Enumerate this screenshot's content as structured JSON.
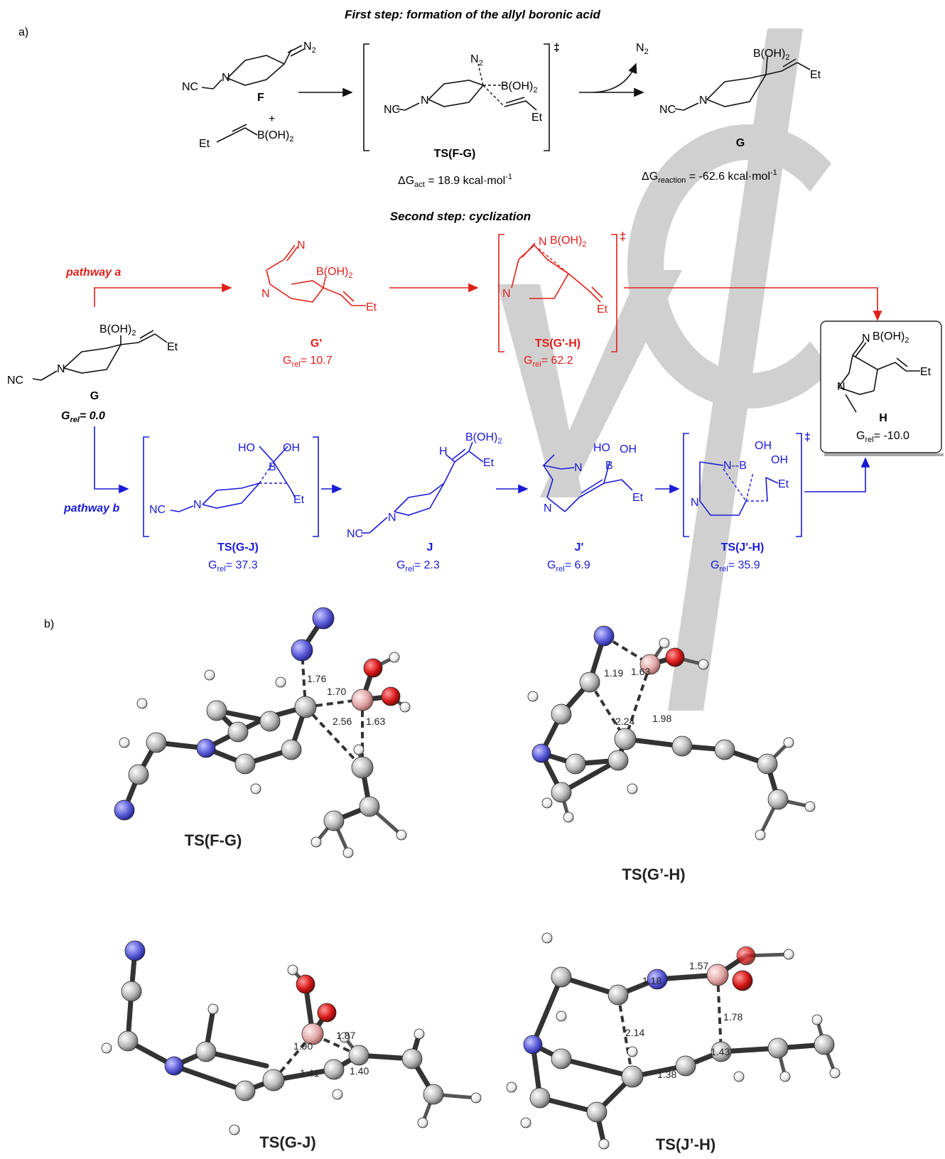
{
  "panel_a": {
    "label": "a)",
    "step1_heading": "First step: formation of the allyl boronic acid",
    "step2_heading": "Second step: cyclization",
    "F_label": "F",
    "TS_FG_label": "TS(F-G)",
    "G_label": "G",
    "N2_label": "N",
    "N2_sub": "2",
    "NC": "NC",
    "N": "N",
    "Et": "Et",
    "BOH2": "B(OH)",
    "BOH2_sub": "2",
    "plus": "+",
    "dagger": "‡",
    "dG_act_pre": "ΔG",
    "dG_act_sub": "act",
    "dG_act_val": " =  18.9 kcal·mol",
    "dG_act_sup": "-1",
    "dG_rxn_pre": "ΔG",
    "dG_rxn_sub": "reaction",
    "dG_rxn_val": " =  -62.6 kcal·mol",
    "dG_rxn_sup": "-1",
    "pathway_a": "pathway a",
    "pathway_b": "pathway b",
    "Gp_label": "G'",
    "TS_GpH_label": "TS(G'-H)",
    "H_label": "H",
    "TS_GJ_label": "TS(G-J)",
    "J_label": "J",
    "Jp_label": "J'",
    "TS_JpH_label": "TS(J'-H)",
    "G_pre": "G",
    "rel_sub": "rel",
    "G_grel": "= 0.0",
    "Gp_grel": "= 10.7",
    "TS_GpH_grel": "= 62.2",
    "H_grel": "= -10.0",
    "TS_GJ_grel": "= 37.3",
    "J_grel": "= 2.3",
    "Jp_grel": "= 6.9",
    "TS_JpH_grel": "= 35.9",
    "OH": "OH",
    "HO": "HO",
    "Hatom": "H",
    "Batom": "B",
    "Natom": "N",
    "Etline": "Et",
    "dashB": "N--B"
  },
  "panel_b": {
    "label": "b)",
    "ts1": {
      "name": "TS(F-G)",
      "d": [
        "1.76",
        "1.70",
        "2.56",
        "1.63"
      ]
    },
    "ts2": {
      "name": "TS(G’-H)",
      "d": [
        "1.19",
        "1.63",
        "2.24",
        "1.98"
      ]
    },
    "ts3": {
      "name": "TS(G-J)",
      "d": [
        "1.90",
        "1.87",
        "1.41",
        "1.40"
      ]
    },
    "ts4": {
      "name": "TS(J’-H)",
      "d": [
        "1.18",
        "1.57",
        "1.78",
        "2.14",
        "1.38",
        "1.43"
      ]
    }
  },
  "colors": {
    "red": "#e0201b",
    "blue": "#1a1ad8",
    "nitrogen": "#5a5ad8",
    "boron": "#e8b4b4",
    "oxygen": "#d81818",
    "carbon": "#c8c8c8",
    "hydrogen": "#f2f2f2"
  }
}
